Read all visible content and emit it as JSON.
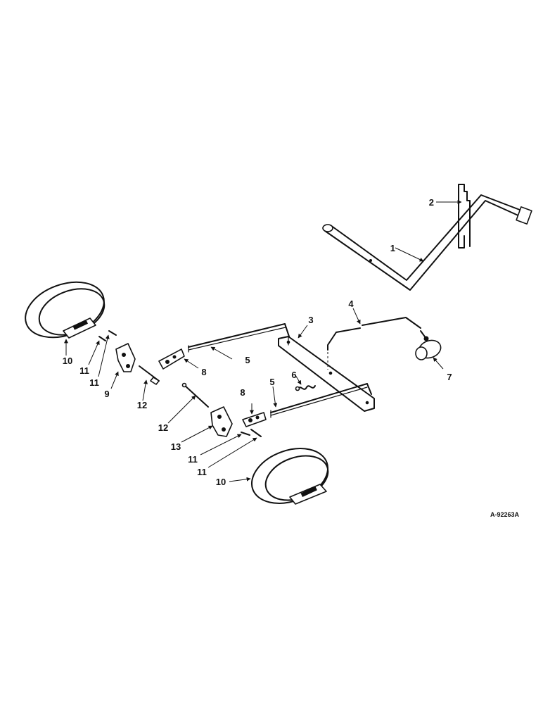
{
  "callouts": {
    "c1": "1",
    "c2": "2",
    "c3": "3",
    "c4": "4",
    "c5a": "5",
    "c5b": "5",
    "c6": "6",
    "c7": "7",
    "c8a": "8",
    "c8b": "8",
    "c9": "9",
    "c10a": "10",
    "c10b": "10",
    "c11a": "11",
    "c11b": "11",
    "c11c": "11",
    "c11d": "11",
    "c12a": "12",
    "c12b": "12",
    "c13": "13"
  },
  "reference_number": "A-92263A"
}
